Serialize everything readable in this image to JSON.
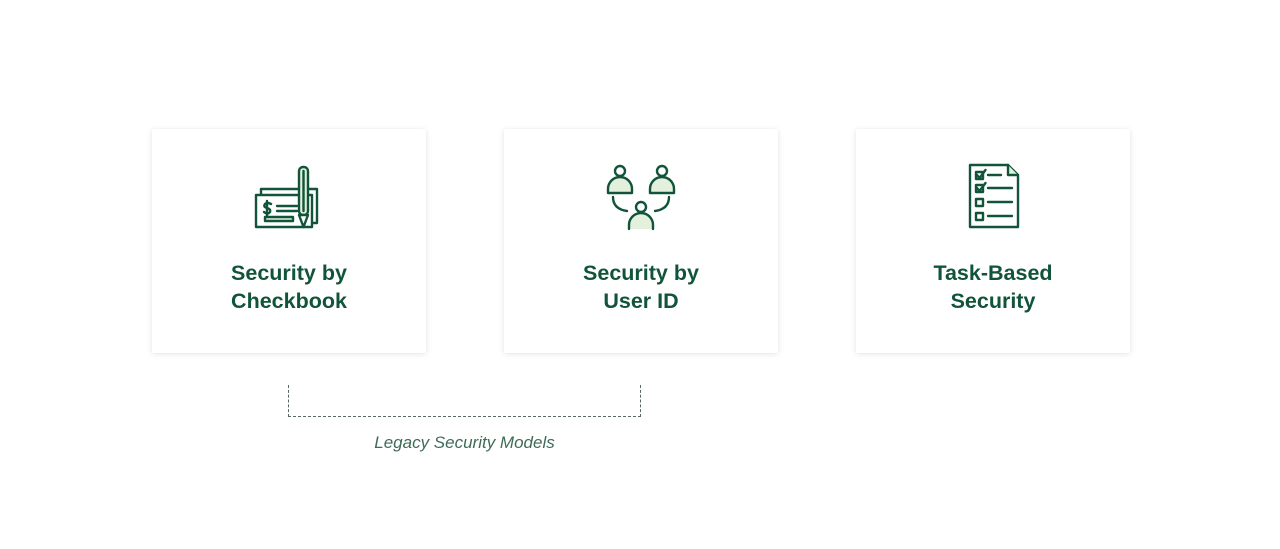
{
  "cards": [
    {
      "id": "checkbook",
      "icon": "checkbook-pen-icon",
      "title_lines": [
        "Security by",
        "Checkbook"
      ]
    },
    {
      "id": "userid",
      "icon": "users-network-icon",
      "title_lines": [
        "Security by",
        "User ID"
      ]
    },
    {
      "id": "task",
      "icon": "checklist-document-icon",
      "title_lines": [
        "Task-Based",
        "Security"
      ]
    }
  ],
  "group": {
    "label": "Legacy Security Models",
    "spans": [
      "checkbook",
      "userid"
    ]
  },
  "colors": {
    "primary": "#12543a",
    "icon_fill": "#e3f0dc",
    "bracket": "#556b60",
    "label": "#3f6b58"
  }
}
